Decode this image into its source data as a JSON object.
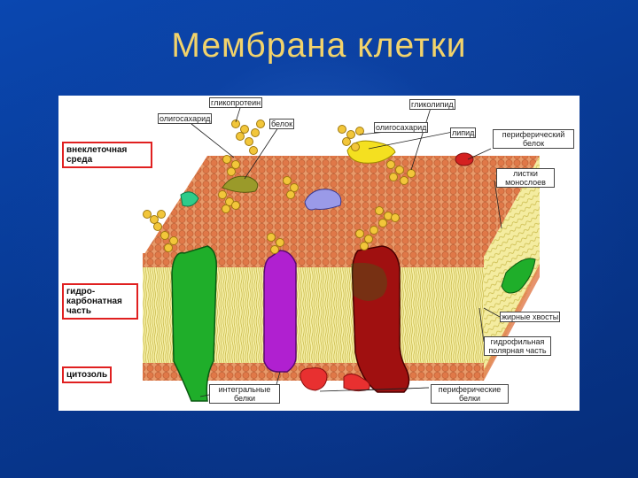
{
  "title": "Мембрана клетки",
  "labels": {
    "glycoprotein": "гликопротеин",
    "oligosaccharide_left": "олигосахарид",
    "protein": "белок",
    "glycolipid": "гликолипид",
    "oligosaccharide_right": "олигосахарид",
    "lipid": "липид",
    "peripheral_protein_top": "периферический белок",
    "monolayer_leaflets": "листки монослоев",
    "fatty_tails": "жирные хвосты",
    "hydrophilic_head": "гидрофильная полярная часть",
    "integral_proteins": "интегральные белки",
    "peripheral_proteins_bottom": "периферические белки"
  },
  "regions": {
    "extracellular": "внеклеточная среда",
    "hydrocarbon": "гидро-карбонатная часть",
    "cytosol": "цитозоль"
  },
  "colors": {
    "background": "#0b3f9a",
    "title": "#f2d36b",
    "head": "#e8915e",
    "tail": "#f2ea8c",
    "integral_green": "#1fae2a",
    "integral_purple": "#b020d0",
    "integral_red": "#a01010",
    "peripheral_red": "#e83030",
    "sugar": "#f2c63a",
    "region_border": "#e02020"
  }
}
